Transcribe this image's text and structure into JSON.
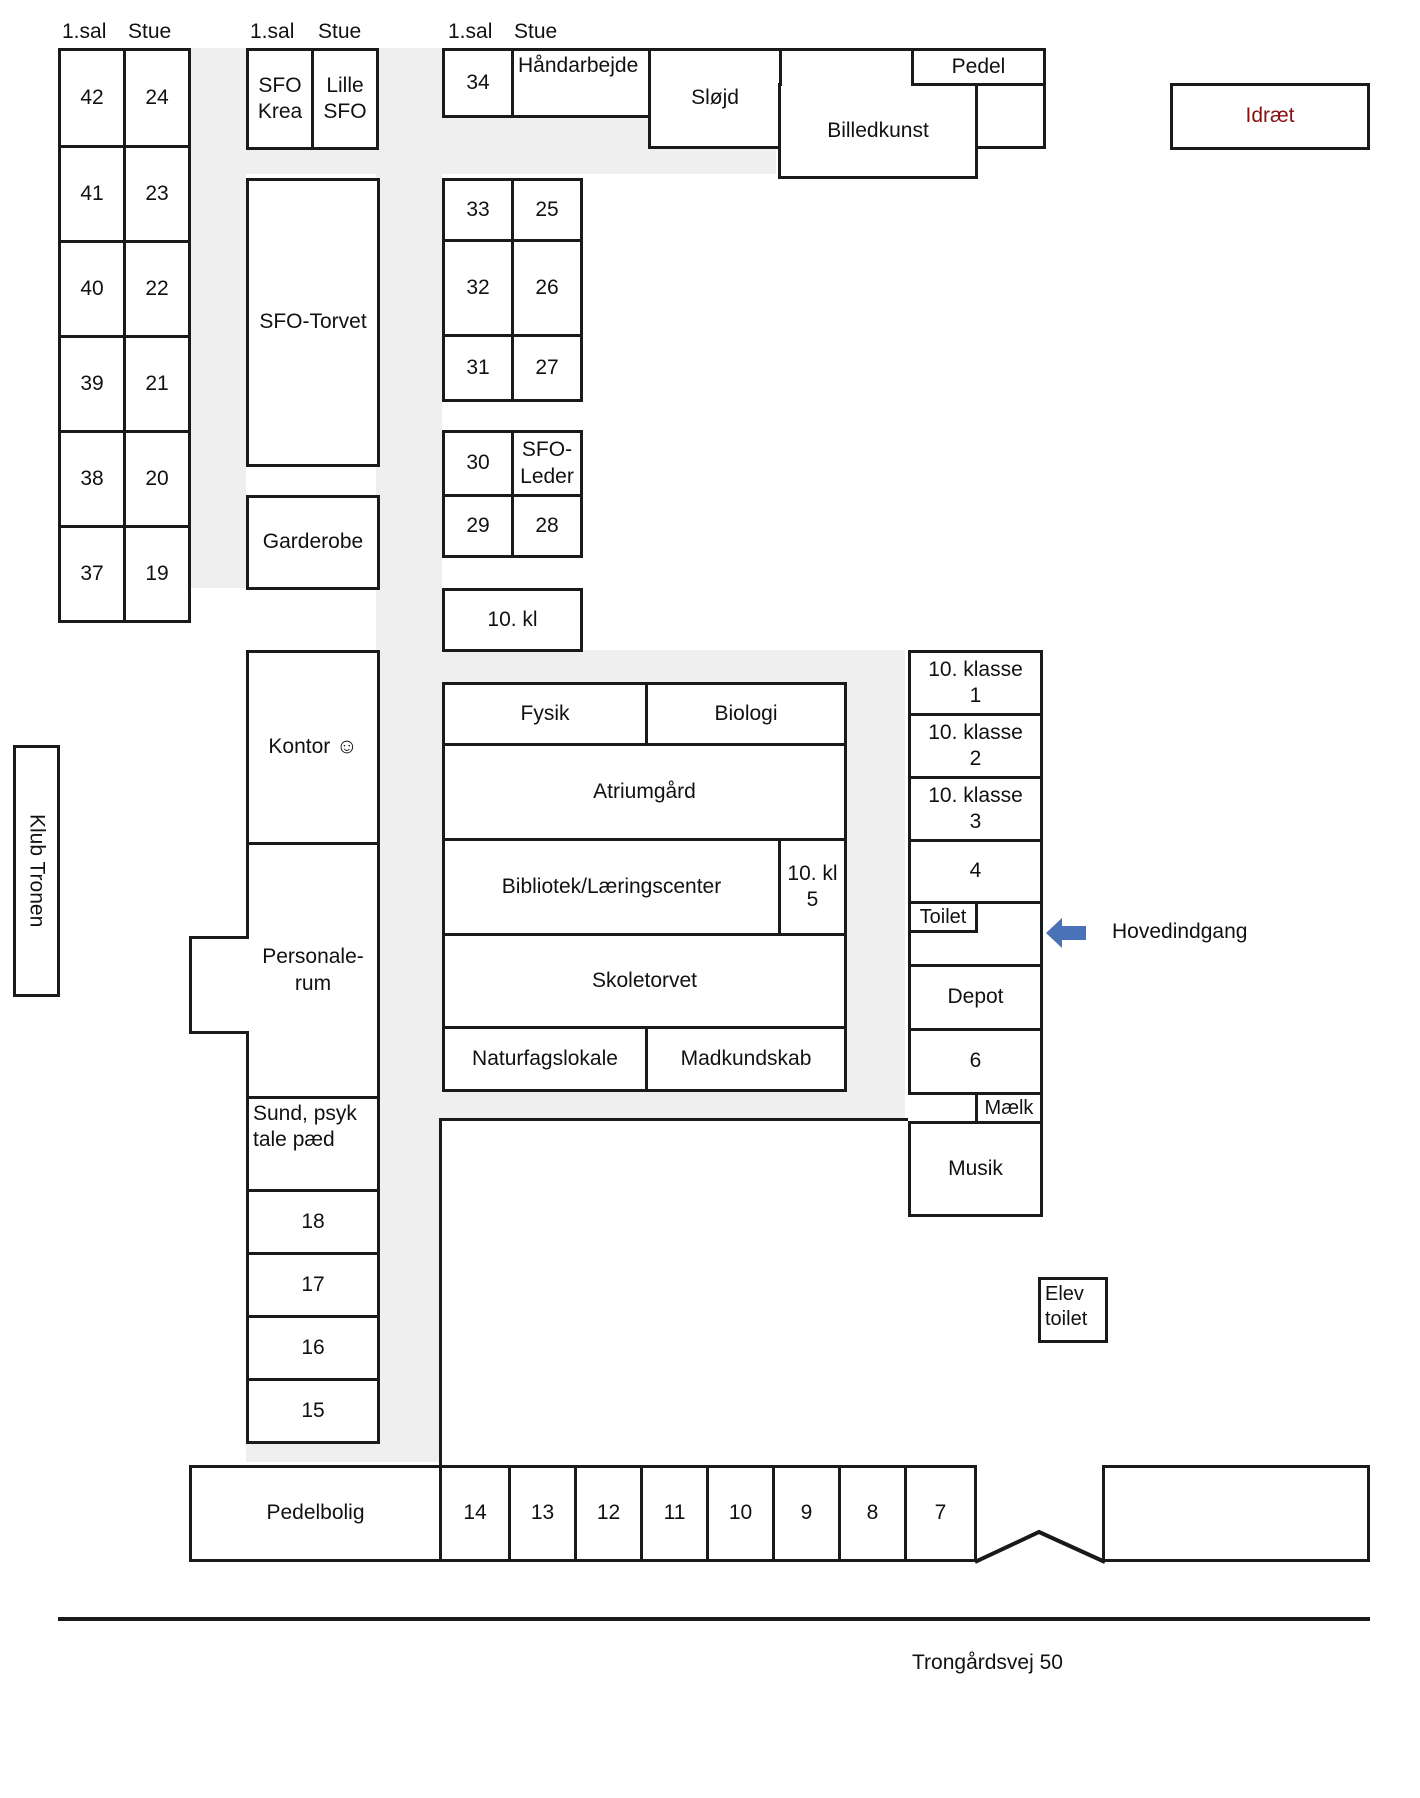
{
  "floor_headers": [
    "1.sal",
    "Stue",
    "1.sal",
    "Stue",
    "1.sal",
    "Stue"
  ],
  "rooms": {
    "r42": "42",
    "r24": "24",
    "r41": "41",
    "r23": "23",
    "r40": "40",
    "r22": "22",
    "r39": "39",
    "r21": "21",
    "r38": "38",
    "r20": "20",
    "r37": "37",
    "r19": "19",
    "sfo_krea": "SFO\nKrea",
    "lille_sfo": "Lille\nSFO",
    "sfo_torvet": "SFO-Torvet",
    "garderobe": "Garderobe",
    "kontor": "Kontor ☺",
    "personalerum": "Personale-\nrum",
    "sund_psyk": "Sund, psyk\ntale pæd",
    "r18": "18",
    "r17": "17",
    "r16": "16",
    "r15": "15",
    "r34": "34",
    "handarbejde": "Håndarbejde",
    "sloejd": "Sløjd",
    "billedkunst": "Billedkunst",
    "pedel": "Pedel",
    "r33": "33",
    "r25": "25",
    "r32": "32",
    "r26": "26",
    "r31": "31",
    "r27": "27",
    "r30": "30",
    "sfo_leder": "SFO-\nLeder",
    "r29": "29",
    "r28": "28",
    "tiende_kl": "10. kl",
    "fysik": "Fysik",
    "biologi": "Biologi",
    "atriumgaard": "Atriumgård",
    "bibliotek": "Bibliotek/Læringscenter",
    "tiende_kl_5": "10. kl\n5",
    "skoletorvet": "Skoletorvet",
    "naturfagslokale": "Naturfagslokale",
    "madkundskab": "Madkundskab",
    "k1": "10. klasse\n1",
    "k2": "10. klasse\n2",
    "k3": "10. klasse\n3",
    "r4": "4",
    "toilet": "Toilet",
    "depot": "Depot",
    "r6": "6",
    "maelk": "Mælk",
    "musik": "Musik",
    "idraet": "Idræt",
    "elev_toilet": "Elev\ntoilet",
    "klub_tronen": "Klub Tronen",
    "pedelbolig": "Pedelbolig",
    "r14": "14",
    "r13": "13",
    "r12": "12",
    "r11": "11",
    "r10": "10",
    "r9": "9",
    "r8": "8",
    "r7": "7"
  },
  "entrance_label": "Hovedindgang",
  "street_label": "Trongårdsvej 50",
  "colors": {
    "wall": "#1a1a1a",
    "hallway": "#efefef",
    "arrow": "#4a72b8",
    "idraet_text": "#8a1010"
  },
  "icons": {
    "entrance": "left-arrow-icon"
  }
}
